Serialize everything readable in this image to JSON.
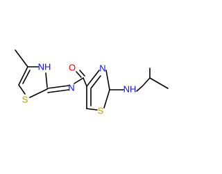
{
  "colors": {
    "bond": "#000000",
    "N": "#0a0aff",
    "O": "#ff0000",
    "S": "#b8a000"
  },
  "atoms": {
    "nh_left": "NH",
    "s_left": "S",
    "n_imine": "N",
    "o_carbonyl": "O",
    "n_thiazole": "N",
    "s_right": "S",
    "nh_amine": "NH"
  }
}
